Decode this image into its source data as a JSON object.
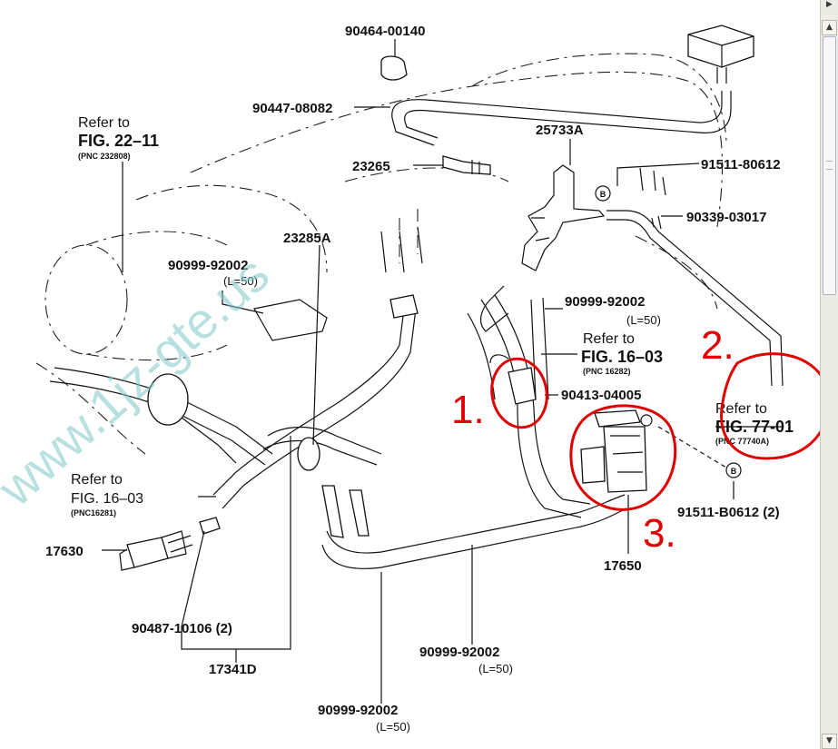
{
  "diagram": {
    "part_numbers": {
      "p90464": "90464-00140",
      "p90447": "90447-08082",
      "p23265": "23265",
      "p25733A": "25733A",
      "p91511_top": "91511-80612",
      "p90339": "90339-03017",
      "p23285A": "23285A",
      "p90999_a": "90999-92002",
      "p90999_a_len": "(L=50)",
      "p90999_b": "90999-92002",
      "p90999_b_len": "(L=50)",
      "p90413": "90413-04005",
      "p17630": "17630",
      "p90487": "90487-10106 (2)",
      "p17341D": "17341D",
      "p90999_c": "90999-92002",
      "p90999_c_len": "(L=50)",
      "p90999_d": "90999-92002",
      "p90999_d_len": "(L=50)",
      "p17650": "17650",
      "p91511_bot": "91511-B0612 (2)"
    },
    "references": {
      "r1_line1": "Refer to",
      "r1_line2": "FIG. 22–11",
      "r1_line3": "(PNC 232808)",
      "r2_line1": "Refer to",
      "r2_line2": "FIG. 16–03",
      "r2_line3": "(PNC16281)",
      "r3_line1": "Refer to",
      "r3_line2": "FIG. 16–03",
      "r3_line3": "(PNC 16282)",
      "r4_line1": "Refer to",
      "r4_line2": "FIG. 77-01",
      "r4_line3": "(PNC 77740A)"
    },
    "bolt_marker": "B",
    "annotations": [
      "1.",
      "2.",
      "3."
    ],
    "annotation_color": "#e00000",
    "watermark": "www.1jz-gte.us",
    "watermark_color": "#7fc8c8"
  },
  "scrollbar": {
    "up_icon": "arrow-up-icon",
    "down_icon": "arrow-down-icon",
    "right_icon": "arrow-right-icon"
  }
}
